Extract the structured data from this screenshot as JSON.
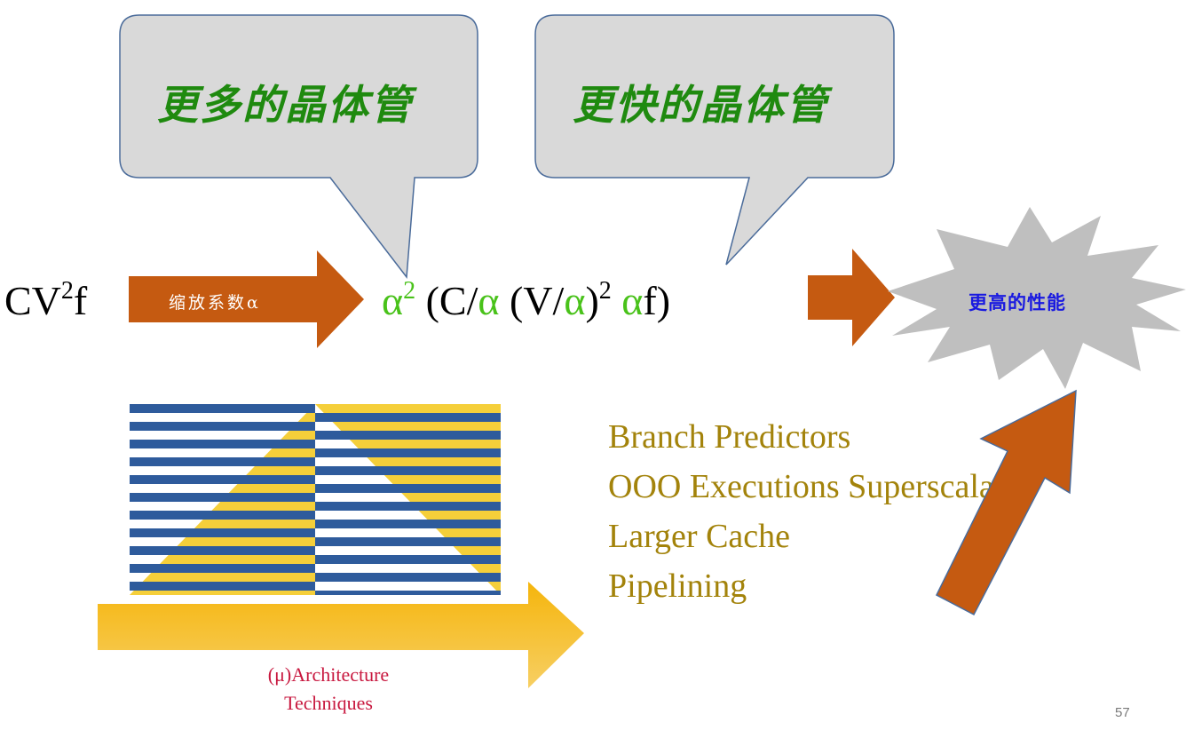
{
  "callouts": {
    "left_text": "更多的晶体管",
    "right_text": "更快的晶体管"
  },
  "formula": {
    "lhs": "CV",
    "lhs_sup": "2",
    "lhs_tail": "f",
    "scaling_label": "缩放系数α",
    "p1": "α",
    "p1_sup": "2",
    "p2": " (C/",
    "p3": "α",
    "p4": " (V/",
    "p5": "α",
    "p6": ")",
    "p6_sup": "2",
    "p7": " ",
    "p8": "α",
    "p9": "f)"
  },
  "result": {
    "label": "更高的性能"
  },
  "techniques": {
    "items": [
      "Branch Predictors",
      "OOO Executions  Superscalar",
      "Larger Cache",
      "Pipelining"
    ]
  },
  "architecture": {
    "line1": "(μ)Architecture",
    "line2": "Techniques"
  },
  "page": {
    "number": "57"
  },
  "colors": {
    "callout_fill": "#d9d9d9",
    "callout_stroke": "#4a6b9a",
    "arrow_orange": "#c55a11",
    "alpha_green": "#49c21a",
    "callout_green": "#1f8a0f",
    "stripe_blue": "#2e5b9c",
    "stripe_yellow": "#f5cf3a",
    "gold_arrow": "#f2b20f",
    "tech_text": "#a3830b",
    "arch_text": "#c8183f",
    "perf_text": "#1a1ae0"
  }
}
